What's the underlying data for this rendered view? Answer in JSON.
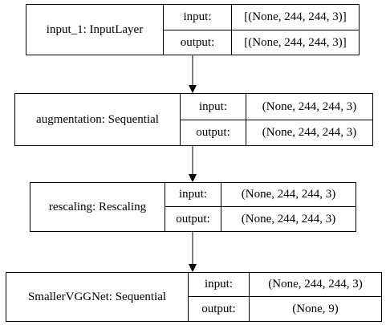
{
  "nodes": [
    {
      "name": "input_1: InputLayer",
      "input_label": "input:",
      "input_value": "[(None, 244, 244, 3)]",
      "output_label": "output:",
      "output_value": "[(None, 244, 244, 3)]"
    },
    {
      "name": "augmentation: Sequential",
      "input_label": "input:",
      "input_value": "(None, 244, 244, 3)",
      "output_label": "output:",
      "output_value": "(None, 244, 244, 3)"
    },
    {
      "name": "rescaling: Rescaling",
      "input_label": "input:",
      "input_value": "(None, 244, 244, 3)",
      "output_label": "output:",
      "output_value": "(None, 244, 244, 3)"
    },
    {
      "name": "SmallerVGGNet: Sequential",
      "input_label": "input:",
      "input_value": "(None, 244, 244, 3)",
      "output_label": "output:",
      "output_value": "(None, 9)"
    }
  ]
}
